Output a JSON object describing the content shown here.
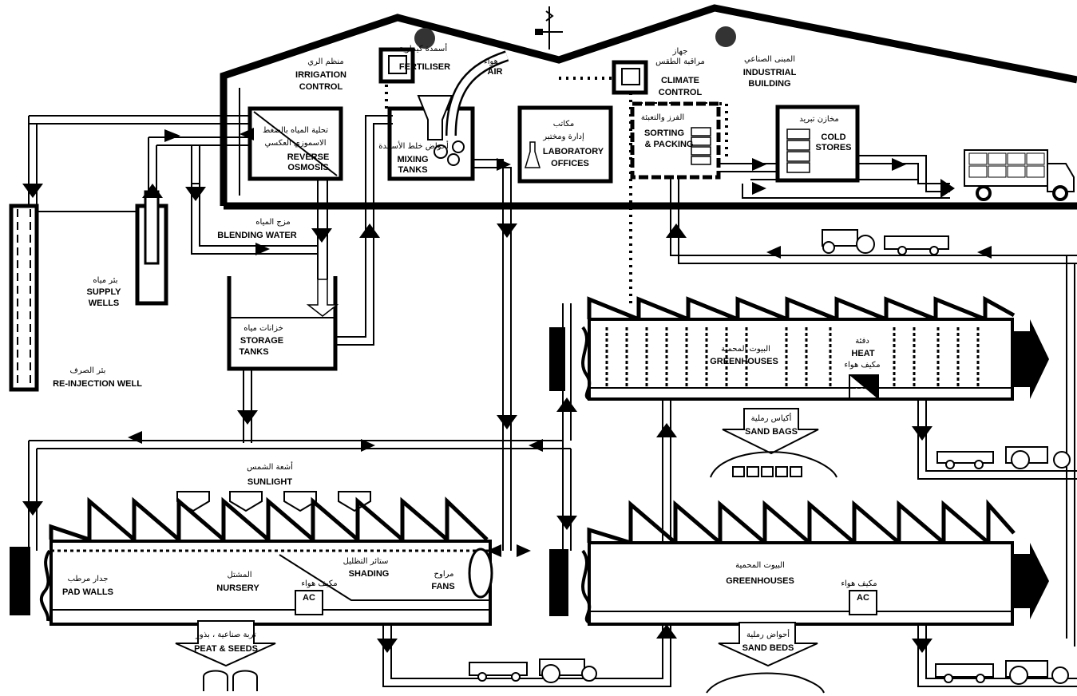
{
  "labels": {
    "irrigation_control": {
      "en1": "IRRIGATION",
      "en2": "CONTROL",
      "ar": "منظم الري"
    },
    "fertiliser": {
      "en": "FERTILISER",
      "ar": "أسمدة كيماوية"
    },
    "air": {
      "en": "AIR",
      "ar": "هواء"
    },
    "climate_control": {
      "en1": "CLIMATE",
      "en2": "CONTROL",
      "ar1": "جهاز",
      "ar2": "مراقبة الطقس"
    },
    "industrial_building": {
      "en1": "INDUSTRIAL",
      "en2": "BUILDING",
      "ar": "المبنى الصناعي"
    },
    "reverse_osmosis": {
      "en1": "REVERSE",
      "en2": "OSMOSIS",
      "ar1": "تحلية المياه بالضغط",
      "ar2": "الاسموزي العكسي"
    },
    "mixing_tanks": {
      "en1": "MIXING",
      "en2": "TANKS",
      "ar": "أحواض خلط الأسمدة"
    },
    "laboratory_offices": {
      "en1": "LABORATORY",
      "en2": "OFFICES",
      "ar1": "مكاتب",
      "ar2": "إدارة ومختبر"
    },
    "sorting_packing": {
      "en1": "SORTING",
      "en2": "& PACKING",
      "ar": "الفرز والتعبئة"
    },
    "cold_stores": {
      "en1": "COLD",
      "en2": "STORES",
      "ar": "مخازن تبريد"
    },
    "blending_water": {
      "en": "BLENDING WATER",
      "ar": "مزج المياه"
    },
    "supply_wells": {
      "en1": "SUPPLY",
      "en2": "WELLS",
      "ar": "بئر مياه"
    },
    "storage_tanks": {
      "en1": "STORAGE",
      "en2": "TANKS",
      "ar": "خزانات مياه"
    },
    "reinjection_well": {
      "en": "RE-INJECTION WELL",
      "ar": "بئر الصرف"
    },
    "sunlight": {
      "en": "SUNLIGHT",
      "ar": "أشعة الشمس"
    },
    "pad_walls": {
      "en": "PAD WALLS",
      "ar": "جدار مرطب"
    },
    "nursery": {
      "en": "NURSERY",
      "ar": "المشتل"
    },
    "shading": {
      "en": "SHADING",
      "ar": "ستائر التظليل"
    },
    "fans": {
      "en": "FANS",
      "ar": "مراوح"
    },
    "ac": "AC",
    "ac_ar": "مكيف هواء",
    "peat_seeds": {
      "en": "PEAT & SEEDS",
      "ar": "تربة صناعية ، بذور"
    },
    "greenhouses_upper": {
      "en": "GREENHOUSES",
      "ar": "البيوت المحمية"
    },
    "heat": {
      "en": "HEAT",
      "ar": "دفئة"
    },
    "sand_bags": {
      "en": "SAND BAGS",
      "ar": "أكياس رملية"
    },
    "greenhouses_lower": {
      "en": "GREENHOUSES",
      "ar": "البيوت المحمية"
    },
    "sand_beds": {
      "en": "SAND BEDS",
      "ar": "أحواض رملية"
    }
  }
}
